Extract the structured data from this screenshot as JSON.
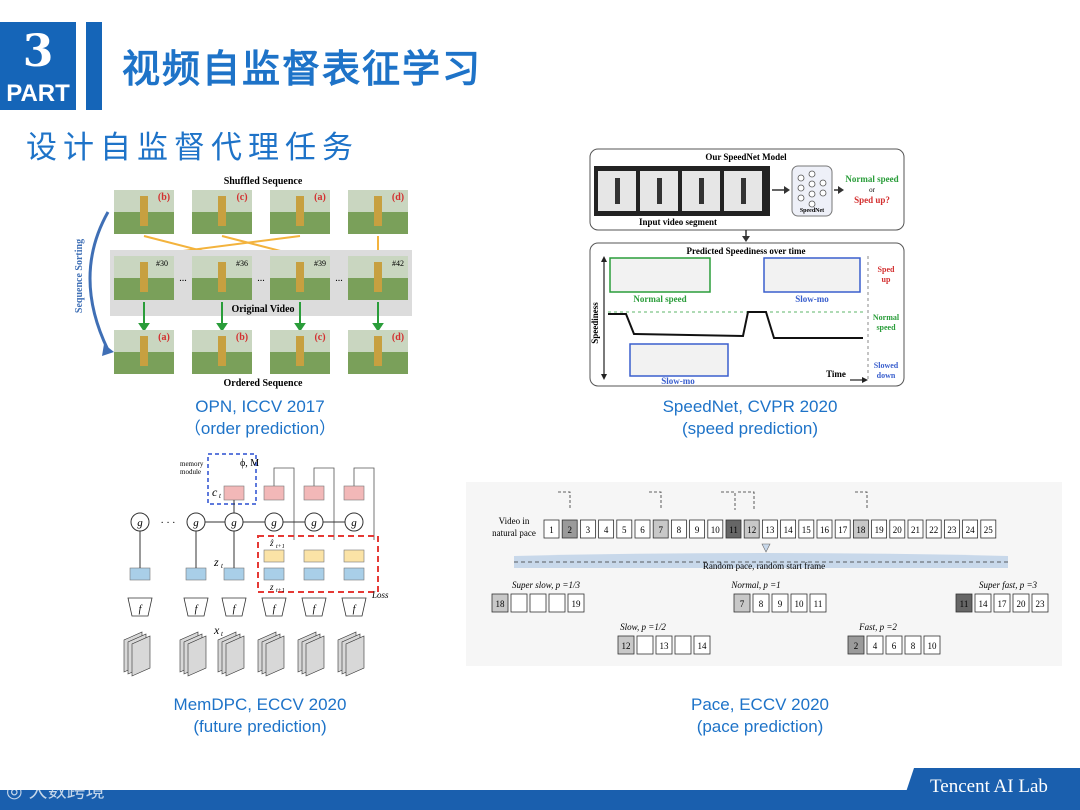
{
  "header": {
    "part_number": "3",
    "part_label": "PART",
    "title": "视频自监督表征学习",
    "subtitle": "设计自监督代理任务"
  },
  "opn": {
    "shuffled_label": "Shuffled Sequence",
    "original_label": "Original Video",
    "ordered_label": "Ordered Sequence",
    "side_label": "Sequence Sorting",
    "shuffled_tags": [
      "(b)",
      "(c)",
      "(a)",
      "(d)"
    ],
    "frame_ids": [
      "#30",
      "#36",
      "#39",
      "#42"
    ],
    "ordered_tags": [
      "(a)",
      "(b)",
      "(c)",
      "(d)"
    ],
    "ellipsis": "...",
    "caption_line1": "OPN, ICCV 2017",
    "caption_line2": "（order prediction）"
  },
  "speednet": {
    "model_title": "Our SpeedNet Model",
    "input_label": "Input video segment",
    "net_label": "SpeedNet",
    "normal_q": "Normal speed",
    "or_label": "or",
    "sped_q": "Sped up?",
    "plot_title": "Predicted Speediness over time",
    "y_label": "Speediness",
    "x_label": "Time",
    "normal_box": "Normal speed",
    "slowmo_top": "Slow-mo",
    "slowmo_bottom": "Slow-mo",
    "right_sped": [
      "Sped",
      "up"
    ],
    "right_normal": [
      "Normal",
      "speed"
    ],
    "right_slowed": [
      "Slowed",
      "down"
    ],
    "caption_line1": "SpeedNet, CVPR 2020",
    "caption_line2": "(speed prediction)"
  },
  "memdpc": {
    "memory_label": [
      "memory",
      "module"
    ],
    "phi_m": "ϕ, M",
    "c_t": "c",
    "c_sub": "t",
    "g": "g",
    "f": "f",
    "z_t": "z",
    "z_sub": "t",
    "x_t": "x",
    "x_sub": "t",
    "z_hat": "ẑ",
    "z_hat_sub": "t+1",
    "z_next": "z",
    "z_next_sub": "t+1",
    "loss": "Loss",
    "dots": "· · ·",
    "caption_line1": "MemDPC, ECCV 2020",
    "caption_line2": "(future prediction)"
  },
  "pace": {
    "video_label": [
      "Video in",
      "natural pace"
    ],
    "frames": [
      "1",
      "2",
      "3",
      "4",
      "5",
      "6",
      "7",
      "8",
      "9",
      "10",
      "11",
      "12",
      "13",
      "14",
      "15",
      "16",
      "17",
      "18",
      "19",
      "20",
      "21",
      "22",
      "23",
      "24",
      "25"
    ],
    "banner": "Random pace, random start frame",
    "super_slow_label": "Super slow, p =1/3",
    "super_slow_frames": [
      "18",
      "",
      "",
      "",
      "19"
    ],
    "normal_label": "Normal, p =1",
    "normal_frames": [
      "7",
      "8",
      "9",
      "10",
      "11"
    ],
    "super_fast_label": "Super fast, p =3",
    "super_fast_frames": [
      "11",
      "14",
      "17",
      "20",
      "23"
    ],
    "slow_label": "Slow, p =1/2",
    "slow_frames": [
      "12",
      "",
      "13",
      "",
      "14"
    ],
    "fast_label": "Fast, p =2",
    "fast_frames": [
      "2",
      "4",
      "6",
      "8",
      "10"
    ],
    "caption_line1": "Pace, ECCV 2020",
    "caption_line2": "(pace prediction)"
  },
  "footer": {
    "brand": "Tencent AI Lab",
    "watermark": "大数跨境"
  },
  "colors": {
    "brand_blue": "#1565b8",
    "title_blue": "#1e73c8",
    "footer_blue": "#1a5fae",
    "green": "#2a9d3a",
    "red": "#d32f2f",
    "orange": "#f3b33d"
  }
}
